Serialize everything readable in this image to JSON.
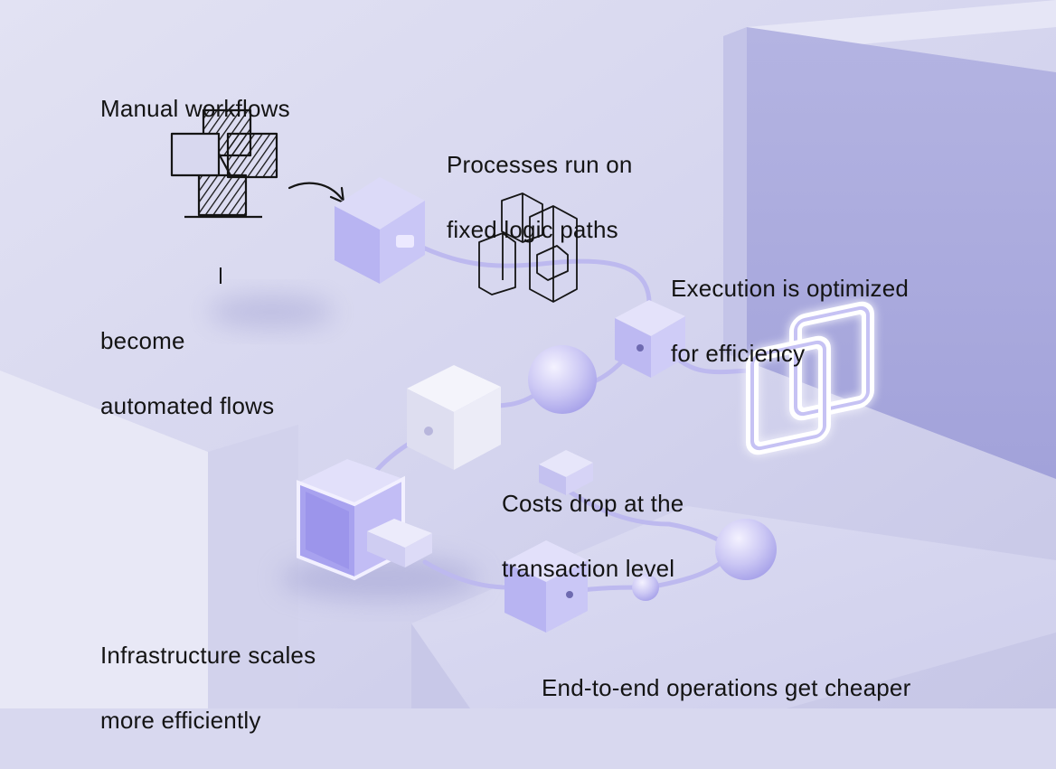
{
  "steps": [
    {
      "lines": [
        "Manual workflows"
      ]
    },
    {
      "lines": [
        "Processes run on",
        "fixed logic paths"
      ]
    },
    {
      "lines": [
        "Execution is optimized",
        "for efficiency"
      ]
    },
    {
      "lines": [
        "become",
        "automated flows"
      ]
    },
    {
      "lines": [
        "Costs drop at the",
        "transaction level"
      ]
    },
    {
      "lines": [
        "Infrastructure scales",
        "more efficiently"
      ]
    },
    {
      "lines": [
        "End-to-end operations get cheaper"
      ]
    }
  ],
  "palette": {
    "background": "#d8d8ef",
    "block_light": "#e4e4f6",
    "block_mid": "#c9c9ea",
    "block_shade": "#a8a8de",
    "cube_violet": "#b8b4f2",
    "cube_white": "#f0f0f8",
    "cable": "#b9b6ee",
    "sketch": "#151515",
    "glow": "#ffffff"
  }
}
